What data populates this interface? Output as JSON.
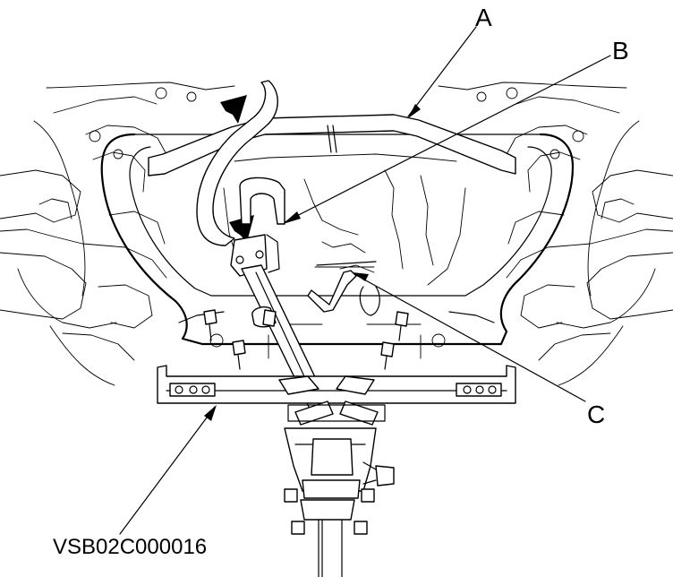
{
  "diagram": {
    "callouts": [
      {
        "id": "A",
        "text": "A"
      },
      {
        "id": "B",
        "text": "B"
      },
      {
        "id": "C",
        "text": "C"
      }
    ],
    "figure_code": "VSB02C000016"
  }
}
